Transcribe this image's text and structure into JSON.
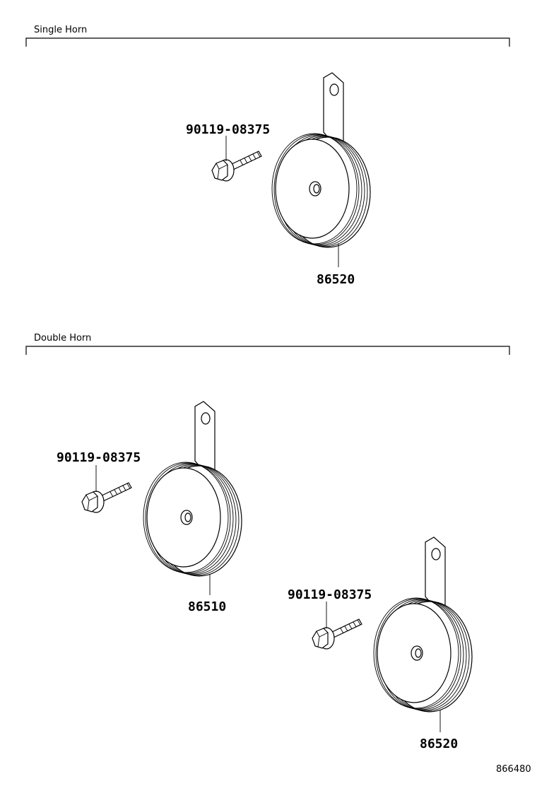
{
  "sections": [
    {
      "title": "Single Horn"
    },
    {
      "title": "Double Horn"
    }
  ],
  "parts": {
    "single_bolt": "90119-08375",
    "single_horn": "86520",
    "double_bolt_left": "90119-08375",
    "double_horn_left": "86510",
    "double_bolt_right": "90119-08375",
    "double_horn_right": "86520"
  },
  "diagram_code": "866480"
}
